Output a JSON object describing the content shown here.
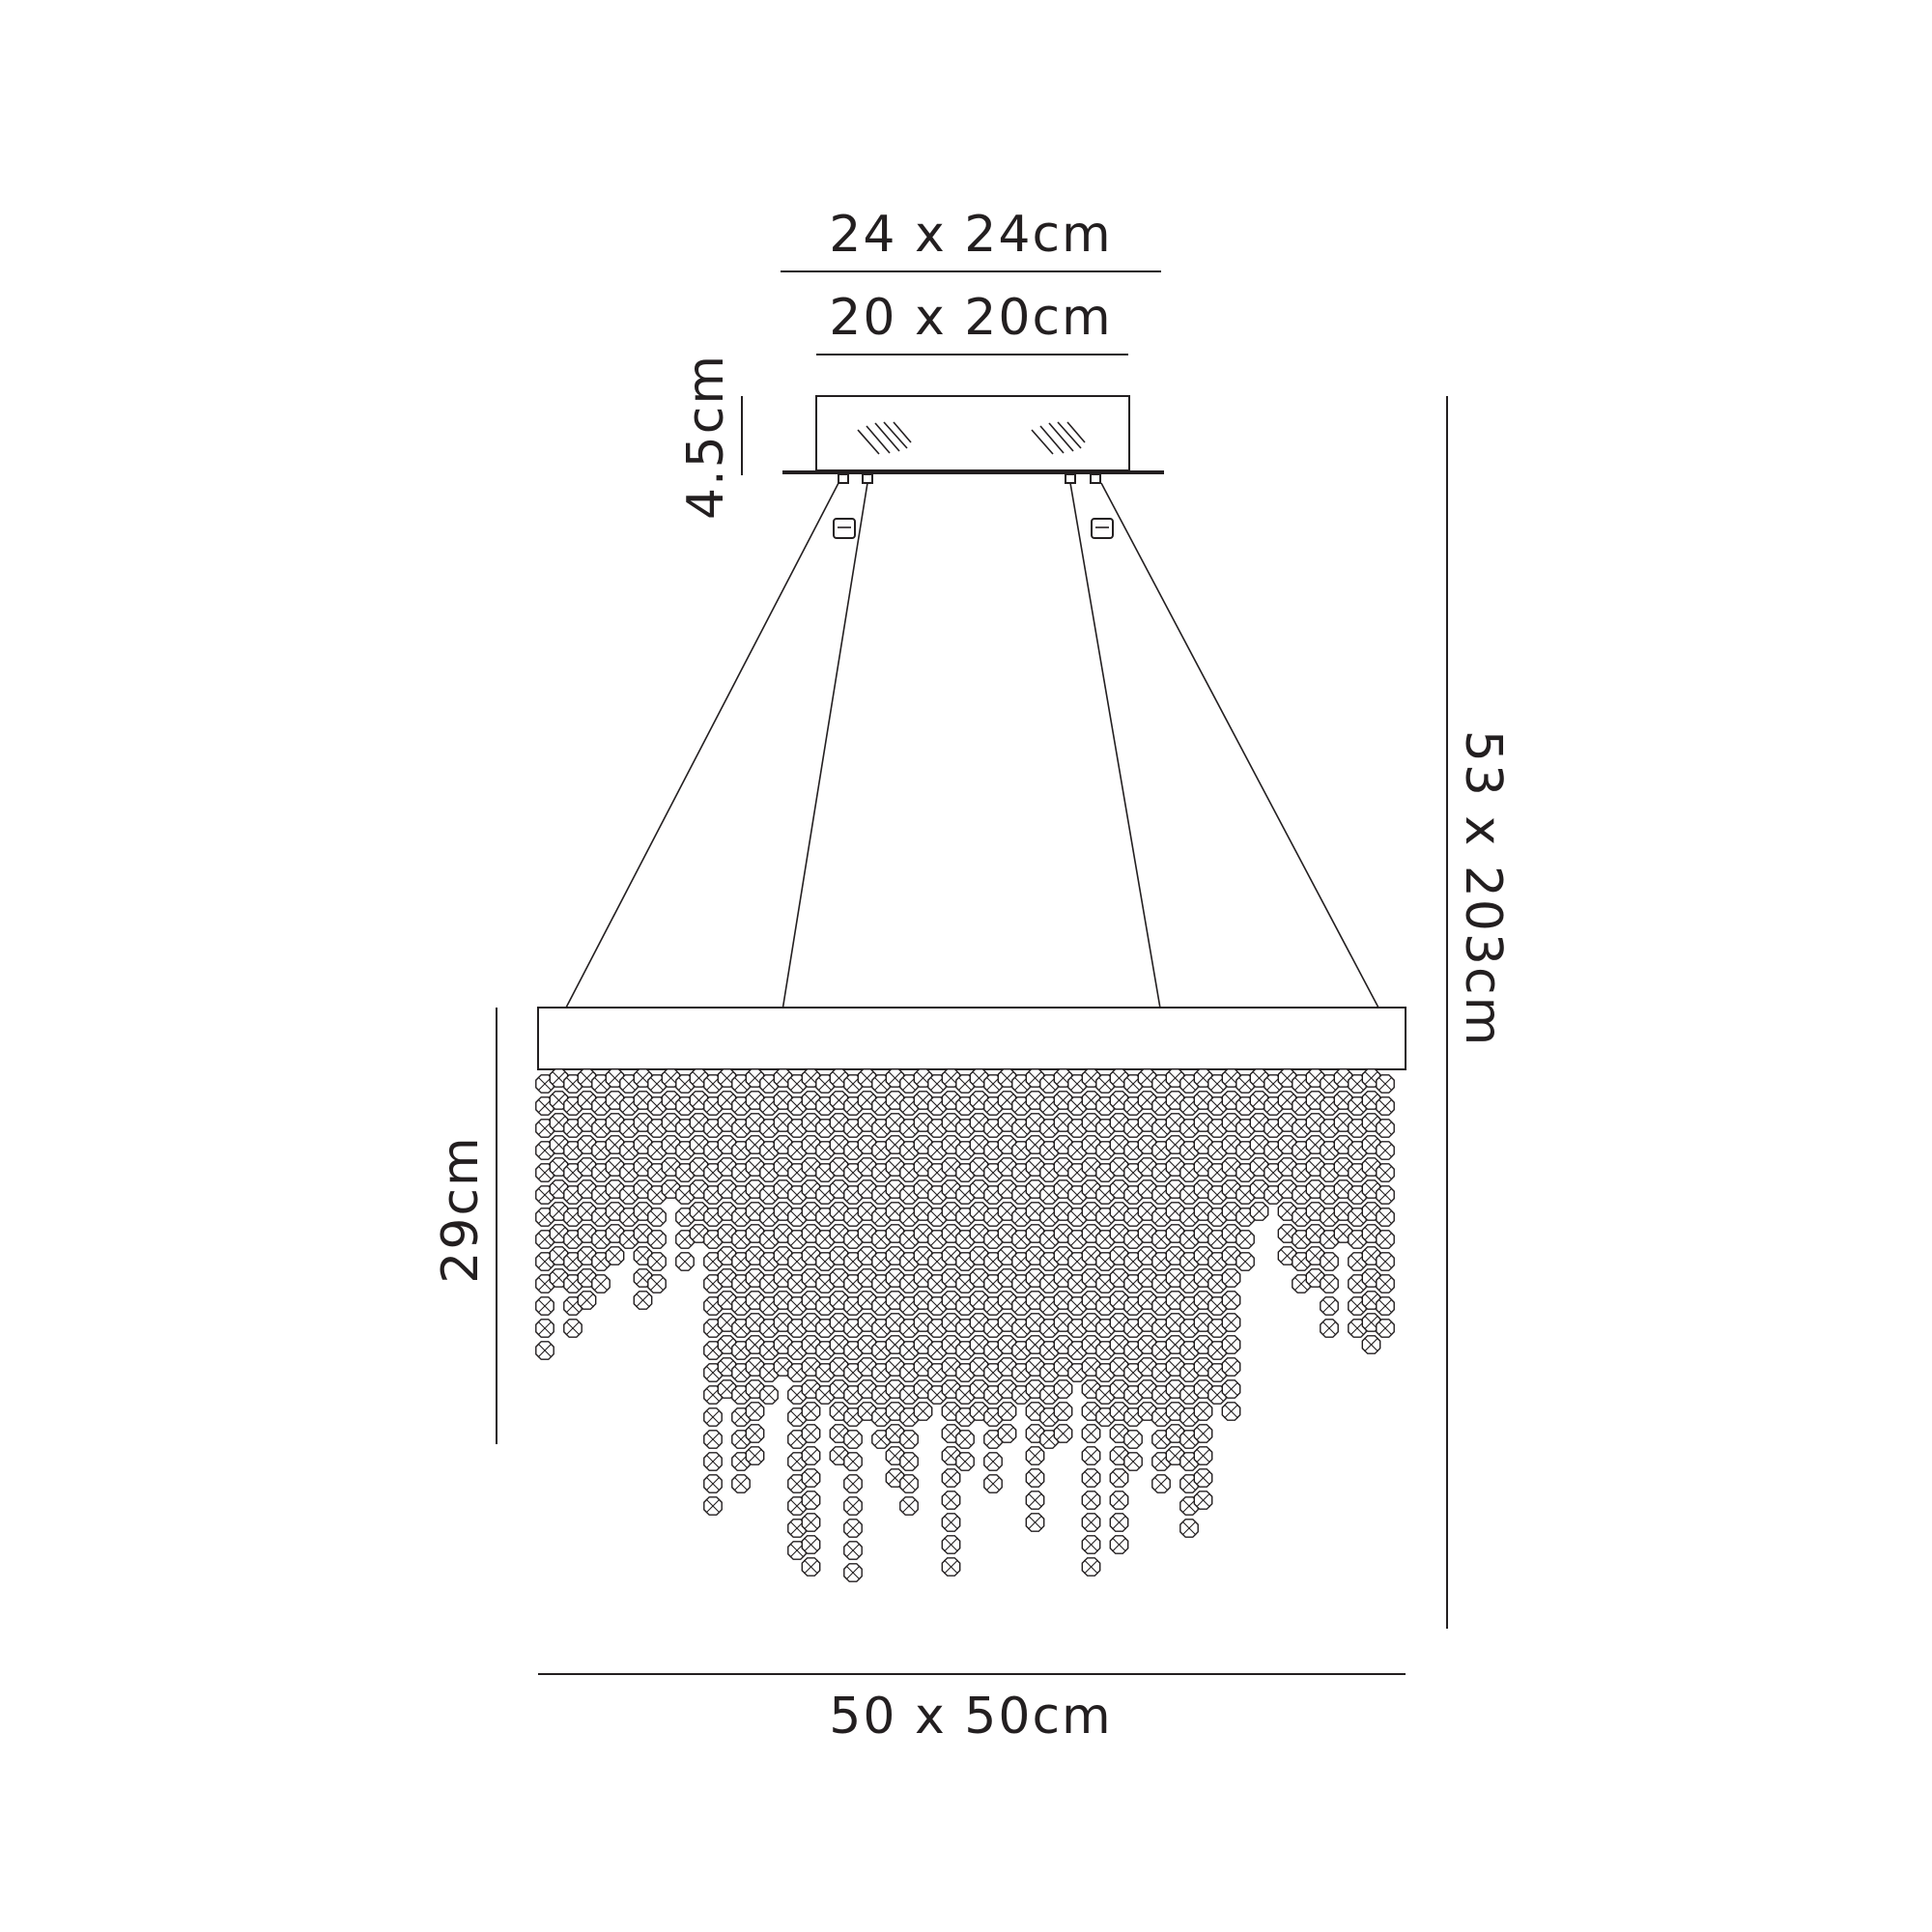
{
  "dimensions": {
    "canopy_outer": "24 x 24cm",
    "canopy_inner": "20 x 20cm",
    "canopy_height": "4.5cm",
    "overall_height": "53 x 203cm",
    "crystal_drop": "29cm",
    "fixture_width": "50 x 50cm"
  },
  "colors": {
    "line": "#231f20",
    "background": "#ffffff"
  }
}
